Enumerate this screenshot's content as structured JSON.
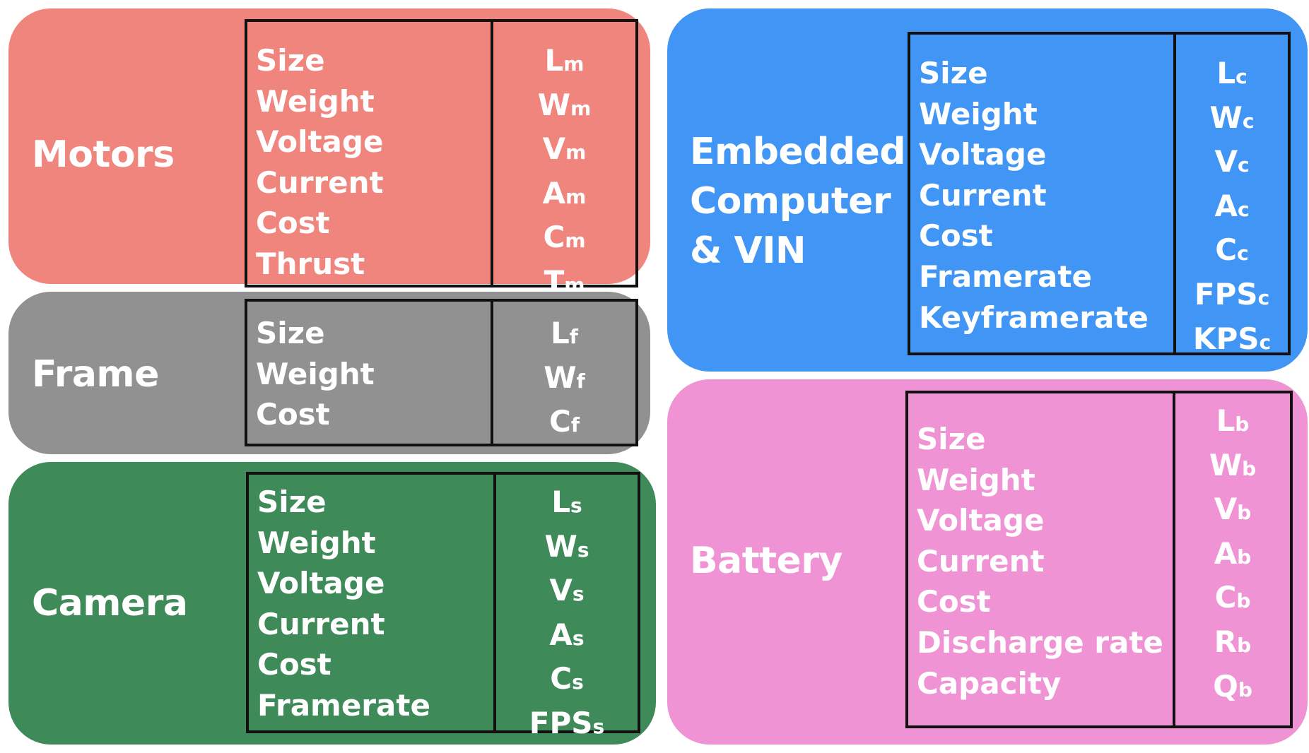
{
  "panels": [
    {
      "id": "motors",
      "title": "Motors",
      "color": "#f0857d",
      "rows": [
        {
          "name": "Size",
          "symbol": "L",
          "sub": "m"
        },
        {
          "name": "Weight",
          "symbol": "W",
          "sub": "m"
        },
        {
          "name": "Voltage",
          "symbol": "V",
          "sub": "m"
        },
        {
          "name": "Current",
          "symbol": "A",
          "sub": "m"
        },
        {
          "name": "Cost",
          "symbol": "C",
          "sub": "m"
        },
        {
          "name": "Thrust",
          "symbol": "T",
          "sub": "m"
        }
      ]
    },
    {
      "id": "frame",
      "title": "Frame",
      "color": "#919191",
      "rows": [
        {
          "name": "Size",
          "symbol": "L",
          "sub": "f"
        },
        {
          "name": "Weight",
          "symbol": "W",
          "sub": "f"
        },
        {
          "name": "Cost",
          "symbol": "C",
          "sub": "f"
        }
      ]
    },
    {
      "id": "camera",
      "title": "Camera",
      "color": "#3e8a58",
      "rows": [
        {
          "name": "Size",
          "symbol": "L",
          "sub": "s"
        },
        {
          "name": "Weight",
          "symbol": "W",
          "sub": "s"
        },
        {
          "name": "Voltage",
          "symbol": "V",
          "sub": "s"
        },
        {
          "name": "Current",
          "symbol": "A",
          "sub": "s"
        },
        {
          "name": "Cost",
          "symbol": "C",
          "sub": "s"
        },
        {
          "name": "Framerate",
          "symbol": "FPS",
          "sub": "s"
        }
      ]
    },
    {
      "id": "embedded",
      "title": "Embedded\nComputer\n& VIN",
      "color": "#4196f5",
      "rows": [
        {
          "name": "Size",
          "symbol": "L",
          "sub": "c"
        },
        {
          "name": "Weight",
          "symbol": "W",
          "sub": "c"
        },
        {
          "name": "Voltage",
          "symbol": "V",
          "sub": "c"
        },
        {
          "name": "Current",
          "symbol": "A",
          "sub": "c"
        },
        {
          "name": "Cost",
          "symbol": "C",
          "sub": "c"
        },
        {
          "name": "Framerate",
          "symbol": "FPS",
          "sub": "c"
        },
        {
          "name": "Keyframerate",
          "symbol": "KPS",
          "sub": "c"
        }
      ]
    },
    {
      "id": "battery",
      "title": "Battery",
      "color": "#f093d4",
      "rows": [
        {
          "name": "Size",
          "symbol": "L",
          "sub": "b"
        },
        {
          "name": "Weight",
          "symbol": "W",
          "sub": "b"
        },
        {
          "name": "Voltage",
          "symbol": "V",
          "sub": "b"
        },
        {
          "name": "Current",
          "symbol": "A",
          "sub": "b"
        },
        {
          "name": "Cost",
          "symbol": "C",
          "sub": "b"
        },
        {
          "name": "Discharge rate",
          "symbol": "R",
          "sub": "b"
        },
        {
          "name": "Capacity",
          "symbol": "Q",
          "sub": "b"
        }
      ]
    }
  ]
}
